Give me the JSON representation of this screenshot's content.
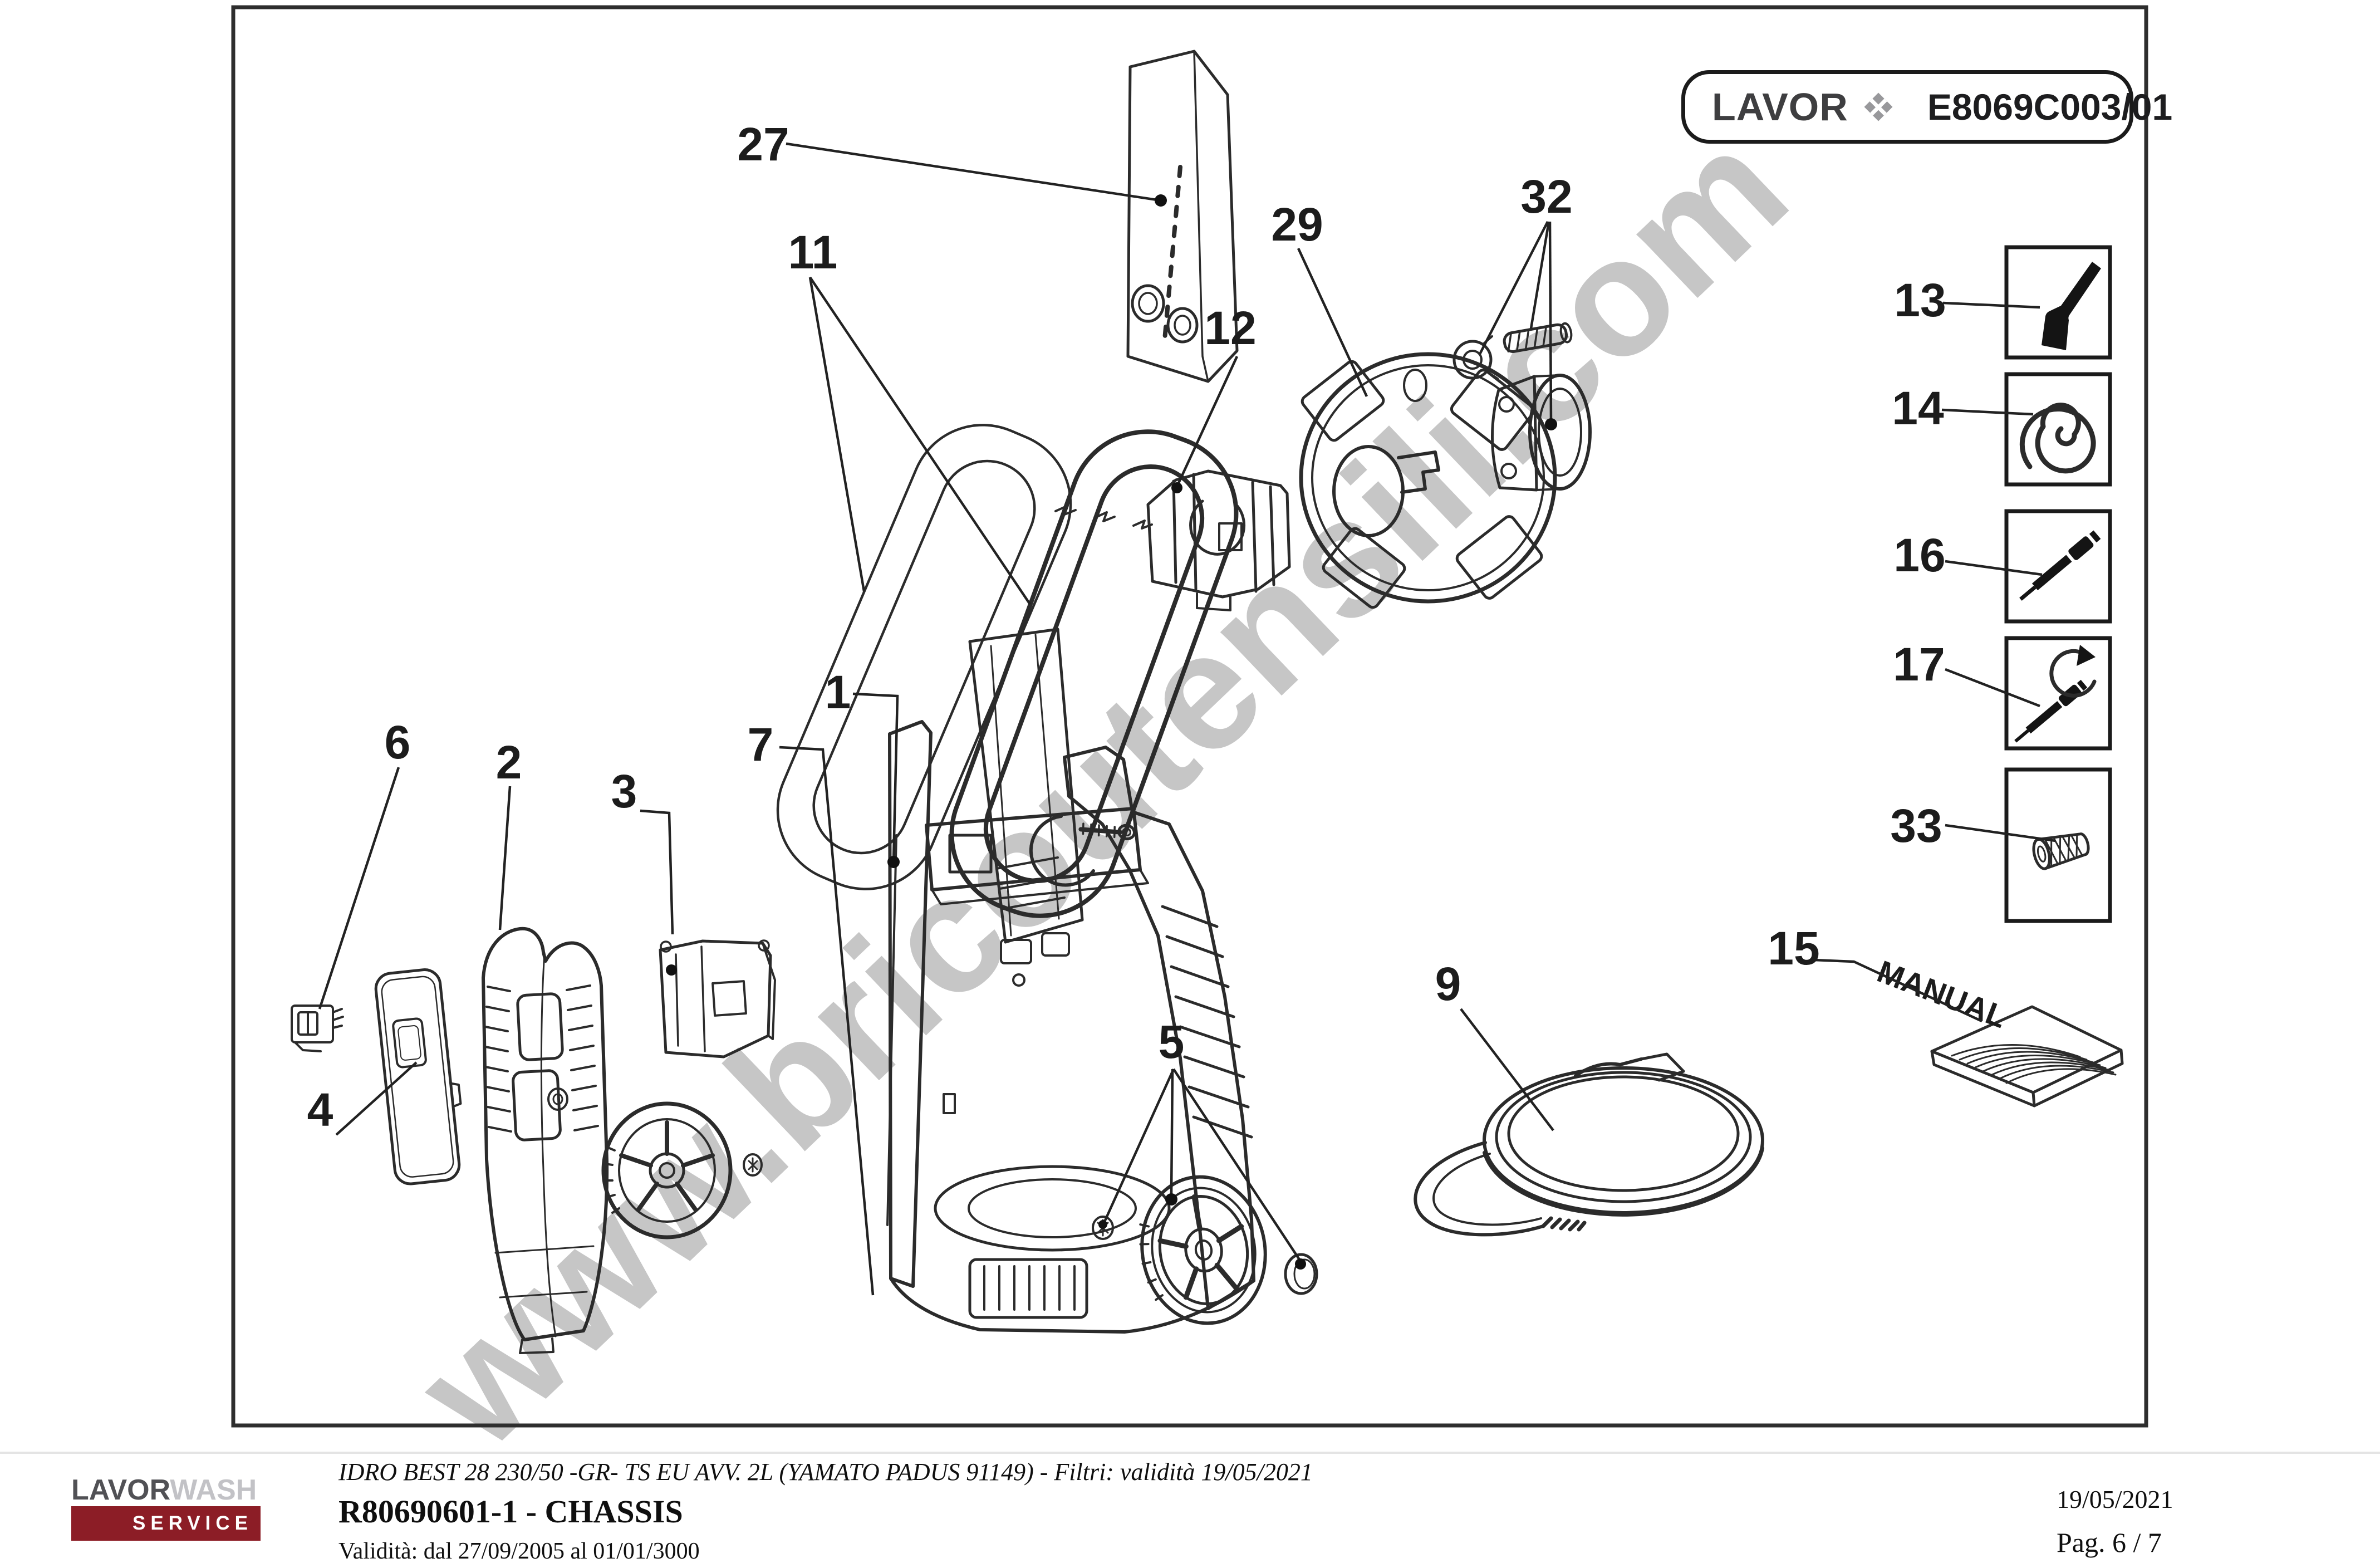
{
  "page": {
    "watermark": "www.bricoutensili.com"
  },
  "header": {
    "brand": "LAVOR",
    "brand_mark": "diamond-icon",
    "code": "E8069C003/01"
  },
  "callouts": {
    "c27": "27",
    "c11": "11",
    "c12": "12",
    "c29": "29",
    "c32": "32",
    "c1": "1",
    "c7": "7",
    "c2": "2",
    "c3": "3",
    "c4": "4",
    "c6": "6",
    "c5": "5",
    "c9": "9",
    "c13": "13",
    "c14": "14",
    "c16": "16",
    "c17": "17",
    "c33": "33",
    "c15": "15"
  },
  "annotations": {
    "manual": "MANUAL"
  },
  "footer": {
    "model_line": "IDRO BEST 28 230/50 -GR- TS EU AVV. 2L (YAMATO PADUS 91149) - Filtri: validità 19/05/2021",
    "doc_line": "R80690601-1 - CHASSIS",
    "validity_line": "Validità: dal 27/09/2005 al 01/01/3000",
    "date": "19/05/2021",
    "page": "Pag. 6 / 7",
    "logo": {
      "part1": "LAVOR",
      "part2": "WASH",
      "service": "SERVICE"
    }
  },
  "colors": {
    "accent_red": "#8c1d26",
    "logo_dark_gray": "#515155",
    "logo_light_gray": "#c2c2c6",
    "line_color": "#2b2b2b",
    "watermark_gray": "#c4c4c4"
  }
}
